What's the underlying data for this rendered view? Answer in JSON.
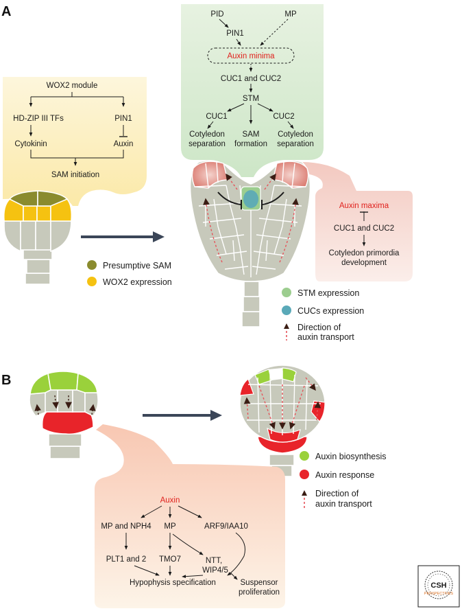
{
  "panels": {
    "a": "A",
    "b": "B"
  },
  "wox2": {
    "module": "WOX2 module",
    "hdzip": "HD-ZIP III TFs",
    "pin1": "PIN1",
    "cytokinin": "Cytokinin",
    "auxin": "Auxin",
    "sam_initiation": "SAM initiation"
  },
  "legend_a_left": [
    {
      "label": "Presumptive SAM",
      "color": "#8a8b2e"
    },
    {
      "label": "WOX2 expression",
      "color": "#f5c211"
    }
  ],
  "top_pathway": {
    "pid": "PID",
    "mp": "MP",
    "pin1": "PIN1",
    "auxin_minima": "Auxin minima",
    "cuc": "CUC1 and CUC2",
    "stm": "STM",
    "cuc1": "CUC1",
    "cuc2": "CUC2",
    "left_out_1": "Cotyledon",
    "left_out_2": "separation",
    "mid_out_1": "SAM",
    "mid_out_2": "formation",
    "right_out_1": "Cotyledon",
    "right_out_2": "separation"
  },
  "maxima_box": {
    "title": "Auxin maxima",
    "cuc": "CUC1 and CUC2",
    "out_1": "Cotyledon primordia",
    "out_2": "development"
  },
  "legend_a_right": [
    {
      "label": "STM expression",
      "color": "#9ccd8f"
    },
    {
      "label": "CUCs expression",
      "color": "#5aa9b8"
    }
  ],
  "transport_a": {
    "line1": "Direction of",
    "line2": "auxin transport"
  },
  "legend_b": [
    {
      "label": "Auxin biosynthesis",
      "color": "#9ad13b"
    },
    {
      "label": "Auxin response",
      "color": "#e8242a"
    }
  ],
  "transport_b": {
    "line1": "Direction of",
    "line2": "auxin transport"
  },
  "b_pathway": {
    "auxin": "Auxin",
    "mp_nph4": "MP and NPH4",
    "mp": "MP",
    "arf9": "ARF9/IAA10",
    "plt": "PLT1 and 2",
    "tmo7": "TMO7",
    "ntt_1": "NTT,",
    "ntt_2": "WIP4/5",
    "hypophysis": "Hypophysis specification",
    "suspensor_1": "Suspensor",
    "suspensor_2": "proliferation"
  },
  "logo": {
    "top": "CSH",
    "bottom": "PERSPECTIVES"
  }
}
